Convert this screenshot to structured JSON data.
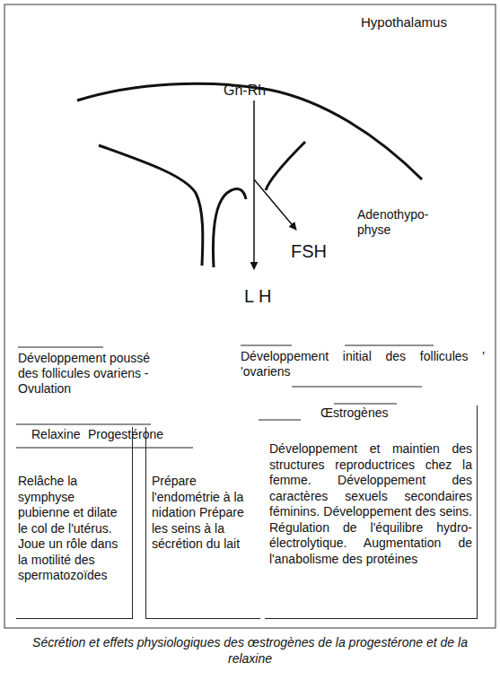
{
  "diagram": {
    "caption": "Sécrétion et effets physiologiques des œstrogènes de la progestérone et de la relaxine",
    "nodes": [
      {
        "text": [
          "Relaxine",
          "Relâche la symphyse pubienne et dilate le col de l'utérus. Joue un rôle dans la motilité des spermatozoïdes"
        ]
      },
      {
        "text": [
          "Progestérone",
          "Prépare l'endométrie à la nidation Prépare les seins à la sécrétion du lait"
        ]
      },
      {
        "text": [
          "Œstrogènes",
          "Développement et maintien des structures reproductrices chez la femme. Développement des caractères sexuels secondaires féminins. Développement des seins. Régulation de l'équilibre hydro-électrolytique. Augmentation de l'anabolisme des protéines"
        ]
      }
    ],
    "labels": [
      "Hypothalamus",
      "Gn-Rh",
      "Adenothypo- physe",
      "FSH",
      "L H",
      "Développement poussé des follicules ovariens - Ovulation",
      "Développement initial des follicules ' 'ovariens"
    ]
  }
}
